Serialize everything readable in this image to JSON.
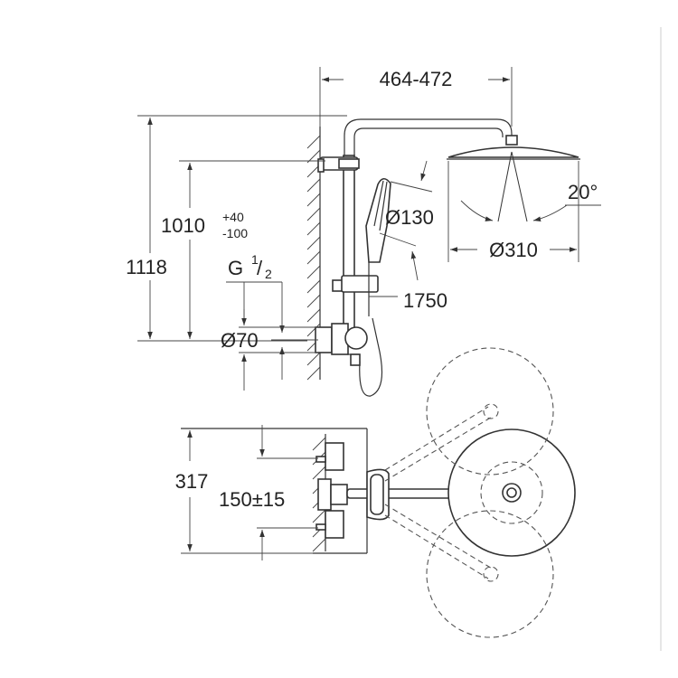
{
  "dimensions": {
    "arm_projection": "464-472",
    "overall_height": "1118",
    "outlet_height_main": "1010",
    "outlet_height_tolerance_plus": "+40",
    "outlet_height_tolerance_minus": "-100",
    "thread_label": "G",
    "thread_num": "1",
    "thread_den": "2",
    "escutcheon_diameter": "Ø70",
    "hand_shower_diameter": "Ø130",
    "head_shower_diameter": "Ø310",
    "tilt_angle": "20°",
    "hose_length": "1750",
    "top_view_depth": "317",
    "connection_spacing": "150±15"
  }
}
